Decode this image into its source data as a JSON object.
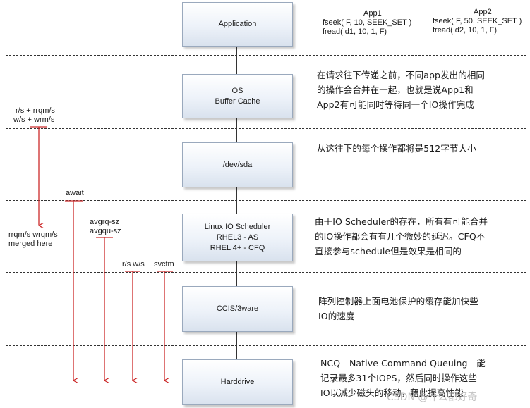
{
  "layers": [
    {
      "id": "application",
      "lines": [
        "Application"
      ]
    },
    {
      "id": "os-buffer-cache",
      "lines": [
        "OS",
        "Buffer Cache"
      ]
    },
    {
      "id": "dev-sda",
      "lines": [
        "/dev/sda"
      ]
    },
    {
      "id": "io-scheduler",
      "lines": [
        "Linux IO Scheduler",
        "RHEL3 - AS",
        "RHEL 4+ - CFQ"
      ]
    },
    {
      "id": "ccis-3ware",
      "lines": [
        "CCIS/3ware"
      ]
    },
    {
      "id": "harddrive",
      "lines": [
        "Harddrive"
      ]
    }
  ],
  "apps": {
    "app1": {
      "title": "App1",
      "call1": "fseek( F, 10, SEEK_SET )",
      "call2": "fread( d1, 10, 1, F)"
    },
    "app2": {
      "title": "App2",
      "call1": "fseek( F, 50, SEEK_SET )",
      "call2": "fread( d2, 10, 1, F)"
    }
  },
  "notes": {
    "os": [
      "在请求往下传递之前，不同app发出的相同",
      "的操作会合并在一起，也就是说App1和",
      "App2有可能同时等待同一个IO操作完成"
    ],
    "sda": [
      "从这往下的每个操作都将是512字节大小"
    ],
    "scheduler": [
      "由于IO Scheduler的存在，所有有可能合并",
      "的IO操作都会有有几个微妙的延迟。CFQ不",
      "直接参与schedule但是效果是相同的"
    ],
    "raid": [
      "阵列控制器上面电池保护的缓存能加快些",
      "IO的速度"
    ],
    "ncq": [
      "NCQ - Native Command Queuing - 能",
      "记录最多31个IOPS，然后同时操作这些",
      "IO以减少磁头的移动，藉此提高性能"
    ]
  },
  "metrics": {
    "rs_rrqm": [
      "r/s + rrqm/s",
      "w/s + wrm/s"
    ],
    "merged": [
      "rrqm/s wrqm/s",
      "merged here"
    ],
    "await": "await",
    "avgrq": [
      "avgrq-sz",
      "avgqu-sz"
    ],
    "rs_ws": "r/s w/s",
    "svctm": "svctm"
  },
  "watermark": "CSDN @什么都好奇",
  "colors": {
    "arrow": "#cc2a2a",
    "line": "#333333",
    "box_border": "#9aa9bd"
  }
}
